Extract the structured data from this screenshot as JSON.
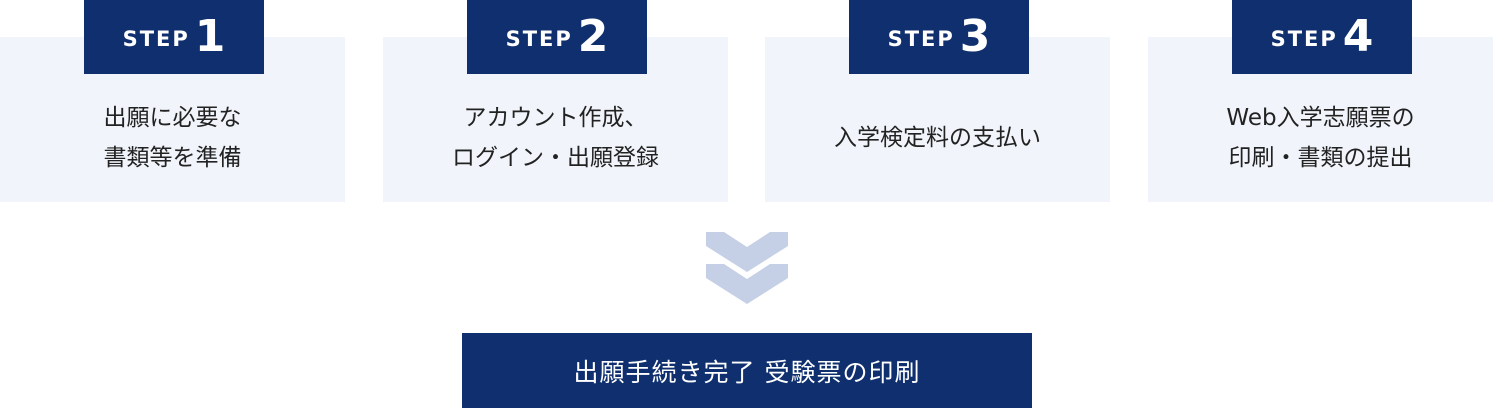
{
  "steps": [
    {
      "label": "STEP",
      "number": "1",
      "lines": [
        "出願に必要な",
        "書類等を準備"
      ]
    },
    {
      "label": "STEP",
      "number": "2",
      "lines": [
        "アカウント作成、",
        "ログイン・出願登録"
      ]
    },
    {
      "label": "STEP",
      "number": "3",
      "lines": [
        "入学検定料の支払い"
      ]
    },
    {
      "label": "STEP",
      "number": "4",
      "lines": [
        "Web入学志願票の",
        "印刷・書類の提出"
      ]
    }
  ],
  "arrow_icon": "double-chevron-down-icon",
  "final": {
    "text": "出願手続き完了 受験票の印刷"
  },
  "colors": {
    "navy": "#0f2f6e",
    "card_bg": "#f1f5fb",
    "chevron": "#c5cfe6",
    "text": "#222222"
  }
}
